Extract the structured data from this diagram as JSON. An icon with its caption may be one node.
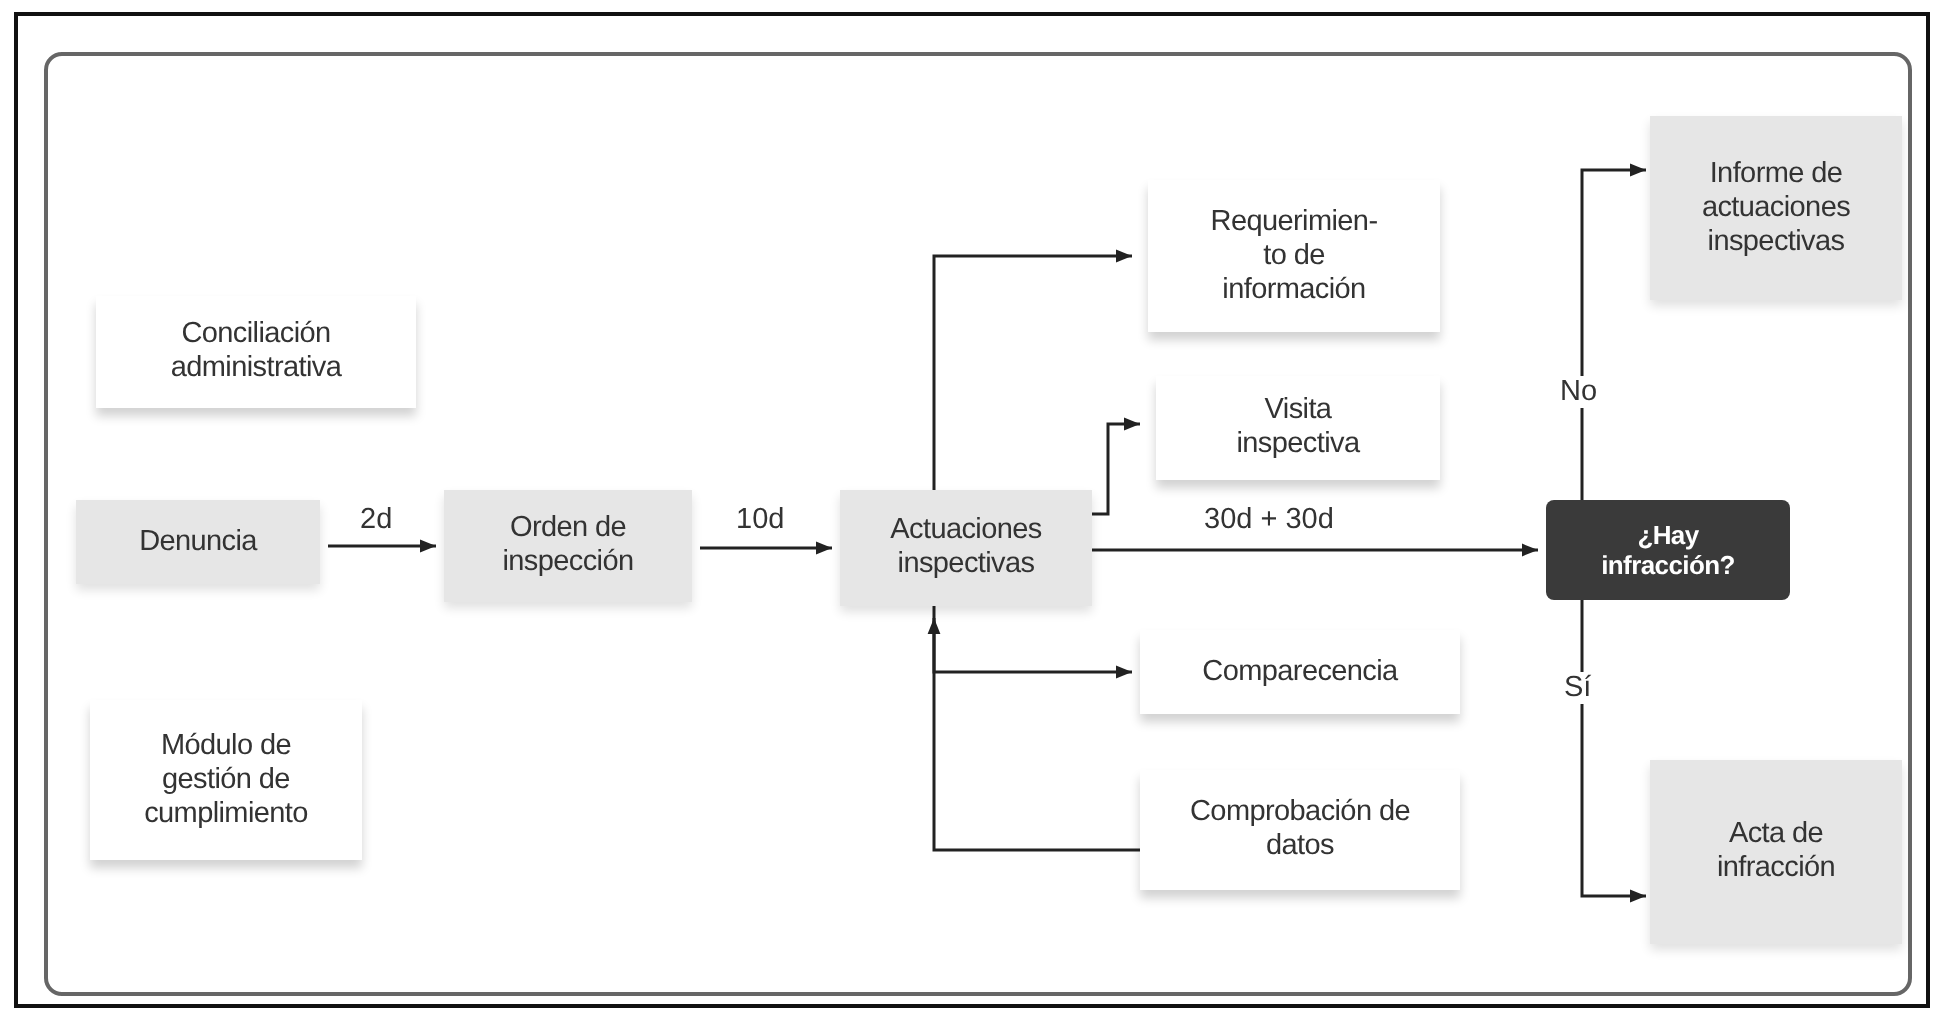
{
  "diagram": {
    "nodes": [
      {
        "text": [
          "Conciliación administrativa"
        ]
      },
      {
        "text": [
          "Denuncia"
        ]
      },
      {
        "text": [
          "Orden de inspección"
        ]
      },
      {
        "text": [
          "Actuaciones inspectivas"
        ]
      },
      {
        "text": [
          "Módulo de gestión de cumplimiento"
        ]
      },
      {
        "text": [
          "Requerimien- to de información"
        ]
      },
      {
        "text": [
          "Visita inspectiva"
        ]
      },
      {
        "text": [
          "Comparecencia"
        ]
      },
      {
        "text": [
          "Comprobación de datos"
        ]
      },
      {
        "text": [
          "¿Hay infracción?"
        ]
      },
      {
        "text": [
          "Informe de actuaciones inspectivas"
        ]
      },
      {
        "text": [
          "Acta de infracción"
        ]
      }
    ],
    "edges": [
      {
        "from": 1,
        "to": 2,
        "arrow": "to",
        "label": "2d"
      },
      {
        "from": 2,
        "to": 3,
        "arrow": "to",
        "label": "10d"
      },
      {
        "from": 3,
        "to": 5,
        "arrow": "to"
      },
      {
        "from": 3,
        "to": 6,
        "arrow": "to"
      },
      {
        "from": 3,
        "to": 9,
        "arrow": "to",
        "label": "30d + 30d"
      },
      {
        "from": 3,
        "to": 7,
        "arrow": "to"
      },
      {
        "from": 8,
        "to": 3,
        "arrow": "to"
      },
      {
        "from": 9,
        "to": 10,
        "arrow": "to",
        "label": "No"
      },
      {
        "from": 9,
        "to": 11,
        "arrow": "to",
        "label": "Sí"
      }
    ]
  }
}
